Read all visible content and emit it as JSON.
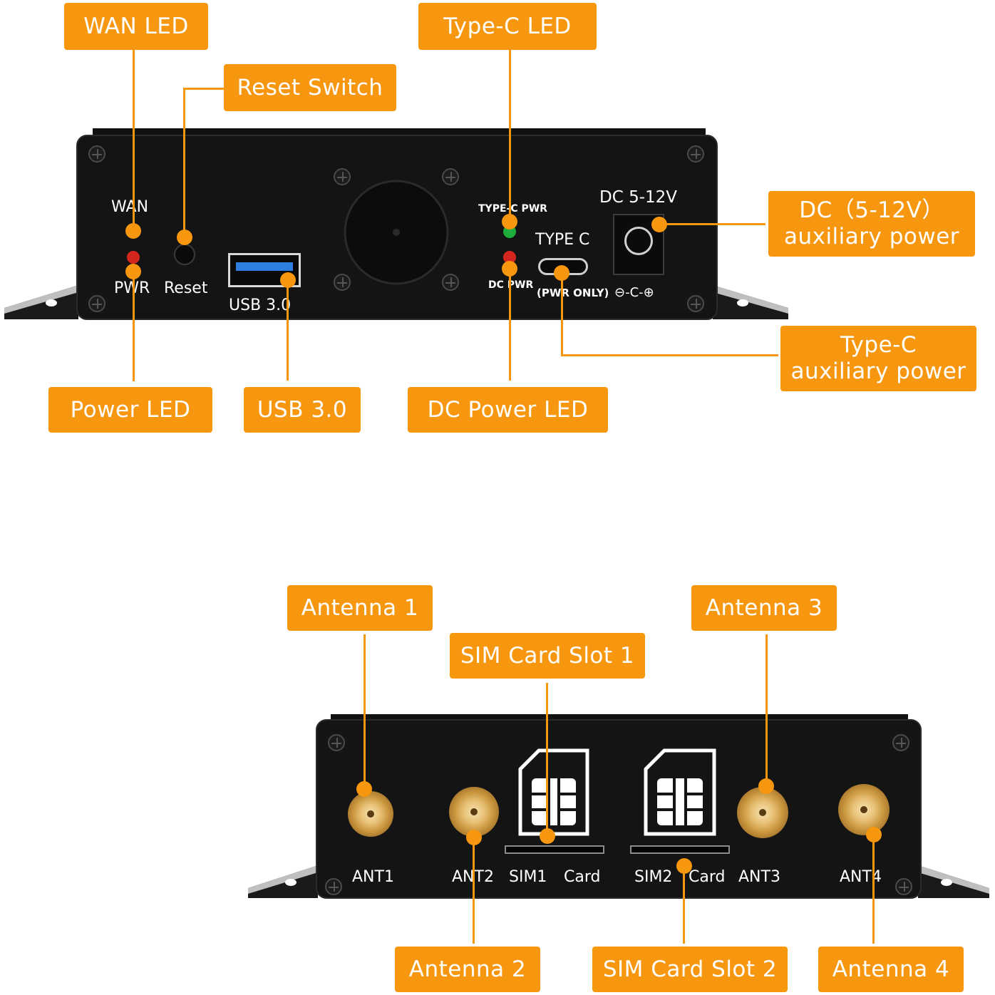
{
  "callouts": {
    "wan_led": "WAN LED",
    "reset_switch": "Reset Switch",
    "typec_led": "Type-C LED",
    "dc_aux_line1": "DC（5-12V）",
    "dc_aux_line2": "auxiliary power",
    "typec_aux_line1": "Type-C",
    "typec_aux_line2": "auxiliary power",
    "power_led": "Power LED",
    "usb30": "USB 3.0",
    "dc_power_led": "DC Power LED",
    "antenna1": "Antenna 1",
    "sim_slot1": "SIM Card Slot 1",
    "antenna3": "Antenna 3",
    "antenna2": "Antenna 2",
    "sim_slot2": "SIM Card Slot 2",
    "antenna4": "Antenna 4"
  },
  "front_panel": {
    "wan": "WAN",
    "pwr": "PWR",
    "reset": "Reset",
    "usb": "USB  3.0",
    "typec_pwr": "TYPE-C PWR",
    "dc_pwr": "DC PWR",
    "typec": "TYPE C",
    "pwr_only": "(PWR ONLY)",
    "dc_range": "DC 5-12V",
    "polarity": "⊖-C-⊕"
  },
  "rear_panel": {
    "ant1": "ANT1",
    "ant2": "ANT2",
    "sim1": "SIM1",
    "card1": "Card",
    "sim2": "SIM2",
    "card2": "Card",
    "ant3": "ANT3",
    "ant4": "ANT4"
  },
  "colors": {
    "callout": "#f7960f",
    "chassis": "#141414",
    "led_green": "#1fae3c",
    "led_red": "#d4261e",
    "usb_blue": "#2f7fe0",
    "gold": "#d4a24c"
  }
}
